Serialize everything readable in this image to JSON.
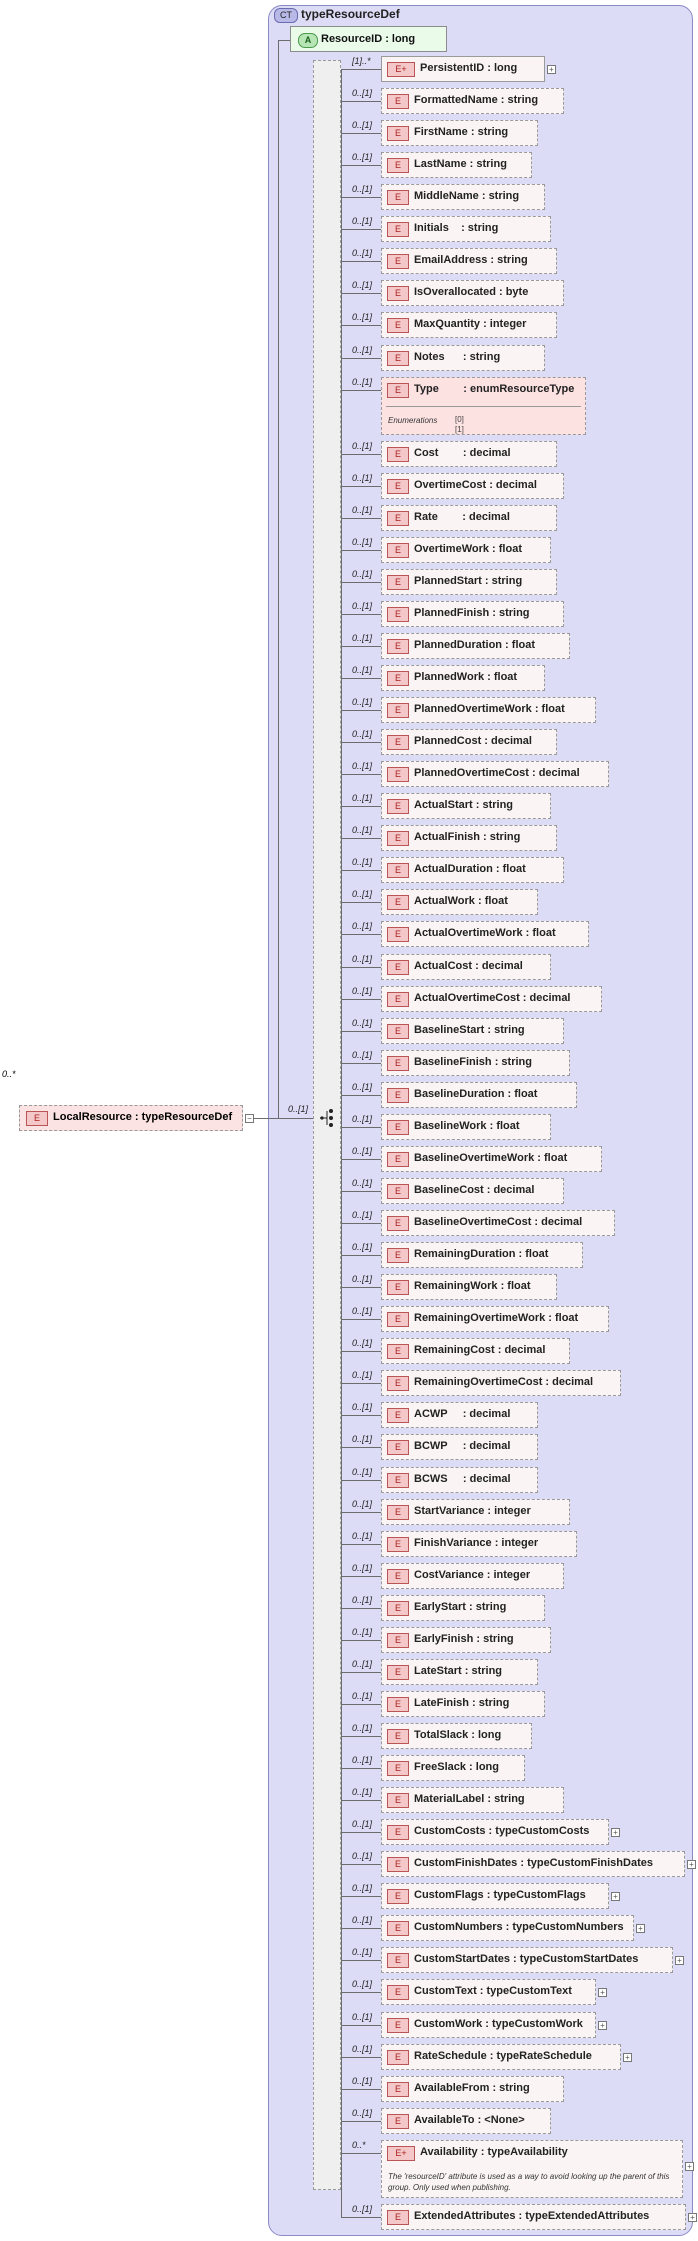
{
  "complex_type": {
    "badge": "CT",
    "name": "typeResourceDef"
  },
  "attribute": {
    "badge": "A",
    "label": "ResourceID : long"
  },
  "root": {
    "multiplicity": "0..*",
    "label": "LocalResource : typeResourceDef"
  },
  "sequence": {
    "multiplicity": "0..[1]"
  },
  "element_badge": "E",
  "elements": [
    {
      "mult": "[1]..*",
      "label": "PersistentID : long",
      "expand": true,
      "solid": true
    },
    {
      "mult": "0..[1]",
      "label": "FormattedName : string"
    },
    {
      "mult": "0..[1]",
      "label": "FirstName : string"
    },
    {
      "mult": "0..[1]",
      "label": "LastName : string"
    },
    {
      "mult": "0..[1]",
      "label": "MiddleName : string"
    },
    {
      "mult": "0..[1]",
      "label": "Initials    : string"
    },
    {
      "mult": "0..[1]",
      "label": "EmailAddress : string"
    },
    {
      "mult": "0..[1]",
      "label": "IsOverallocated : byte"
    },
    {
      "mult": "0..[1]",
      "label": "MaxQuantity : integer"
    },
    {
      "mult": "0..[1]",
      "label": "Notes      : string"
    },
    {
      "mult": "0..[1]",
      "label": "Type        : enumResourceType",
      "enum": true
    },
    {
      "mult": "0..[1]",
      "label": "Cost        : decimal"
    },
    {
      "mult": "0..[1]",
      "label": "OvertimeCost : decimal"
    },
    {
      "mult": "0..[1]",
      "label": "Rate        : decimal"
    },
    {
      "mult": "0..[1]",
      "label": "OvertimeWork : float"
    },
    {
      "mult": "0..[1]",
      "label": "PlannedStart : string"
    },
    {
      "mult": "0..[1]",
      "label": "PlannedFinish : string"
    },
    {
      "mult": "0..[1]",
      "label": "PlannedDuration : float"
    },
    {
      "mult": "0..[1]",
      "label": "PlannedWork : float"
    },
    {
      "mult": "0..[1]",
      "label": "PlannedOvertimeWork : float"
    },
    {
      "mult": "0..[1]",
      "label": "PlannedCost : decimal"
    },
    {
      "mult": "0..[1]",
      "label": "PlannedOvertimeCost : decimal"
    },
    {
      "mult": "0..[1]",
      "label": "ActualStart : string"
    },
    {
      "mult": "0..[1]",
      "label": "ActualFinish : string"
    },
    {
      "mult": "0..[1]",
      "label": "ActualDuration : float"
    },
    {
      "mult": "0..[1]",
      "label": "ActualWork : float"
    },
    {
      "mult": "0..[1]",
      "label": "ActualOvertimeWork : float"
    },
    {
      "mult": "0..[1]",
      "label": "ActualCost : decimal"
    },
    {
      "mult": "0..[1]",
      "label": "ActualOvertimeCost : decimal"
    },
    {
      "mult": "0..[1]",
      "label": "BaselineStart : string"
    },
    {
      "mult": "0..[1]",
      "label": "BaselineFinish : string"
    },
    {
      "mult": "0..[1]",
      "label": "BaselineDuration : float"
    },
    {
      "mult": "0..[1]",
      "label": "BaselineWork : float"
    },
    {
      "mult": "0..[1]",
      "label": "BaselineOvertimeWork : float"
    },
    {
      "mult": "0..[1]",
      "label": "BaselineCost : decimal"
    },
    {
      "mult": "0..[1]",
      "label": "BaselineOvertimeCost : decimal"
    },
    {
      "mult": "0..[1]",
      "label": "RemainingDuration : float"
    },
    {
      "mult": "0..[1]",
      "label": "RemainingWork : float"
    },
    {
      "mult": "0..[1]",
      "label": "RemainingOvertimeWork : float"
    },
    {
      "mult": "0..[1]",
      "label": "RemainingCost : decimal"
    },
    {
      "mult": "0..[1]",
      "label": "RemainingOvertimeCost : decimal"
    },
    {
      "mult": "0..[1]",
      "label": "ACWP     : decimal"
    },
    {
      "mult": "0..[1]",
      "label": "BCWP     : decimal"
    },
    {
      "mult": "0..[1]",
      "label": "BCWS     : decimal"
    },
    {
      "mult": "0..[1]",
      "label": "StartVariance : integer"
    },
    {
      "mult": "0..[1]",
      "label": "FinishVariance : integer"
    },
    {
      "mult": "0..[1]",
      "label": "CostVariance : integer"
    },
    {
      "mult": "0..[1]",
      "label": "EarlyStart : string"
    },
    {
      "mult": "0..[1]",
      "label": "EarlyFinish : string"
    },
    {
      "mult": "0..[1]",
      "label": "LateStart : string"
    },
    {
      "mult": "0..[1]",
      "label": "LateFinish : string"
    },
    {
      "mult": "0..[1]",
      "label": "TotalSlack : long"
    },
    {
      "mult": "0..[1]",
      "label": "FreeSlack : long"
    },
    {
      "mult": "0..[1]",
      "label": "MaterialLabel : string"
    },
    {
      "mult": "0..[1]",
      "label": "CustomCosts : typeCustomCosts",
      "expand": true
    },
    {
      "mult": "0..[1]",
      "label": "CustomFinishDates : typeCustomFinishDates",
      "expand": true
    },
    {
      "mult": "0..[1]",
      "label": "CustomFlags : typeCustomFlags",
      "expand": true
    },
    {
      "mult": "0..[1]",
      "label": "CustomNumbers : typeCustomNumbers",
      "expand": true
    },
    {
      "mult": "0..[1]",
      "label": "CustomStartDates : typeCustomStartDates",
      "expand": true
    },
    {
      "mult": "0..[1]",
      "label": "CustomText : typeCustomText",
      "expand": true
    },
    {
      "mult": "0..[1]",
      "label": "CustomWork : typeCustomWork",
      "expand": true
    },
    {
      "mult": "0..[1]",
      "label": "RateSchedule : typeRateSchedule",
      "expand": true
    },
    {
      "mult": "0..[1]",
      "label": "AvailableFrom : string"
    },
    {
      "mult": "0..[1]",
      "label": "AvailableTo : <None>"
    },
    {
      "mult": "0..*",
      "label": "Availability : typeAvailability",
      "expand": true,
      "note": true
    },
    {
      "mult": "0..[1]",
      "label": "ExtendedAttributes : typeExtendedAttributes",
      "expand": true
    }
  ],
  "enumerations": {
    "label": "Enumerations",
    "values": [
      "[0]",
      "[1]"
    ]
  },
  "availability_note": "The 'resourceID' attribute is used as a way to avoid looking up the parent of this group.  Only used when publishing."
}
